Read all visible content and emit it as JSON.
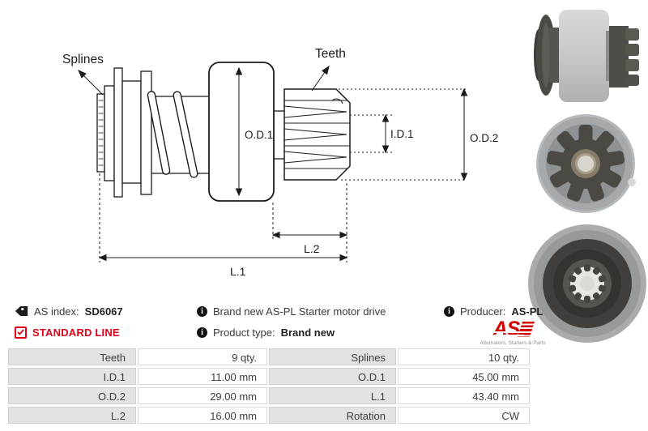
{
  "diagram": {
    "labels": {
      "splines": "Splines",
      "teeth": "Teeth",
      "od1": "O.D.1",
      "id1": "I.D.1",
      "od2": "O.D.2",
      "l2": "L.2",
      "l1": "L.1"
    }
  },
  "info": {
    "as_index": {
      "label": "AS index:",
      "value": "SD6067"
    },
    "standard_line": "STANDARD LINE",
    "description": "Brand new AS-PL Starter motor drive",
    "product_type": {
      "label": "Product type:",
      "value": "Brand new"
    },
    "producer": {
      "label": "Producer:",
      "value": "AS-PL"
    },
    "logo": {
      "text": "AS",
      "subtext": "Alternators, Starters & Parts"
    }
  },
  "colors": {
    "accent_red": "#e2001a",
    "line": "#1b1b1b",
    "table_label_bg": "#e3e3e3",
    "table_border": "#d4d4d4"
  },
  "spec_table": {
    "rows": [
      {
        "c0": {
          "label": "Teeth",
          "value": "9 qty."
        },
        "c1": {
          "label": "Splines",
          "value": "10 qty."
        }
      },
      {
        "c0": {
          "label": "I.D.1",
          "value": "11.00 mm"
        },
        "c1": {
          "label": "O.D.1",
          "value": "45.00 mm"
        }
      },
      {
        "c0": {
          "label": "O.D.2",
          "value": "29.00 mm"
        },
        "c1": {
          "label": "L.1",
          "value": "43.40 mm"
        }
      },
      {
        "c0": {
          "label": "L.2",
          "value": "16.00 mm"
        },
        "c1": {
          "label": "Rotation",
          "value": "CW"
        }
      }
    ]
  }
}
